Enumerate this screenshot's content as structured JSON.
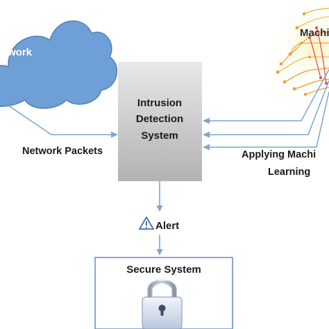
{
  "cloud": {
    "label": "twork"
  },
  "ids": {
    "line1": "Intrusion",
    "line2": "Detection",
    "line3": "System"
  },
  "network_packets": {
    "label": "Network Packets"
  },
  "ml": {
    "brain_label": "Machi",
    "applying_line1": "Applying Machi",
    "applying_line2": "Learning"
  },
  "alert": {
    "label": "Alert"
  },
  "secure_system": {
    "title": "Secure System"
  },
  "colors": {
    "cloud": "#6e9fd6",
    "cloud_edge": "#4f7fb6",
    "arrow": "#7aa6d6",
    "ids_box_top": "#e6e6e6",
    "ids_box_bottom": "#b4b4b4",
    "secure_border": "#6e8fc0",
    "brain_primary": "#f0a030",
    "brain_secondary": "#e04b5a"
  }
}
